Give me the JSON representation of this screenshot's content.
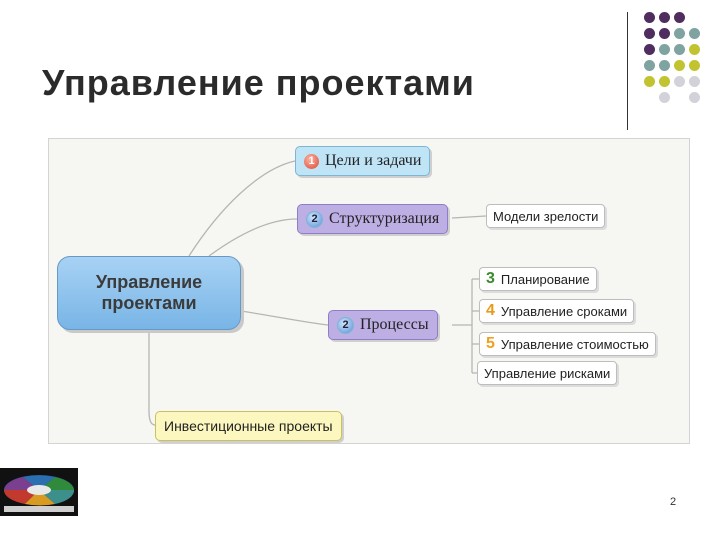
{
  "slide": {
    "title": "Управление проектами",
    "page_number": "2"
  },
  "colors": {
    "dot_purple": "#4f2d5e",
    "dot_teal": "#7fa3a0",
    "dot_olive": "#c2c331",
    "dot_gray": "#d2d2d8"
  },
  "diagram": {
    "central": "Управление проектами",
    "branches": [
      {
        "number": "1",
        "label": "Цели и задачи"
      },
      {
        "number": "2",
        "label": "Структуризация",
        "child": "Модели зрелости"
      },
      {
        "number": "2",
        "label": "Процессы"
      },
      {
        "label": "Инвестиционные проекты"
      }
    ],
    "processes": [
      {
        "number": "3",
        "label": "Планирование"
      },
      {
        "number": "4",
        "label": "Управление сроками"
      },
      {
        "number": "5",
        "label": "Управление стоимостью"
      },
      {
        "label": "Управление рисками"
      }
    ]
  }
}
